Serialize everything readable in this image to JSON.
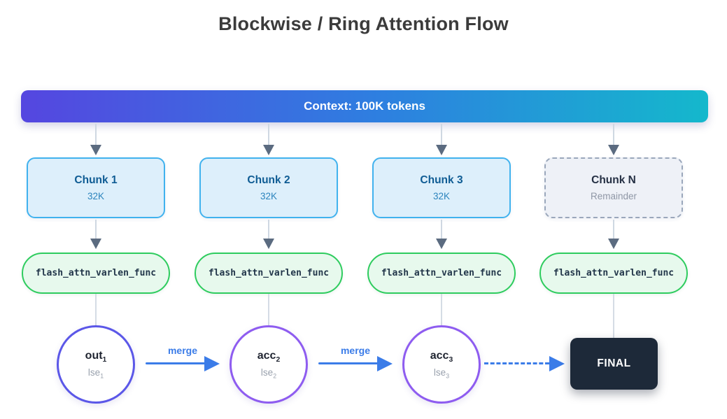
{
  "title": "Blockwise / Ring Attention Flow",
  "banner": {
    "label": "Context: 100K tokens"
  },
  "chunks": [
    {
      "name": "Chunk 1",
      "detail": "32K",
      "variant": "solid"
    },
    {
      "name": "Chunk 2",
      "detail": "32K",
      "variant": "solid"
    },
    {
      "name": "Chunk 3",
      "detail": "32K",
      "variant": "solid"
    },
    {
      "name": "Chunk N",
      "detail": "Remainder",
      "variant": "dashed"
    }
  ],
  "kernels": [
    "flash_attn_varlen_func",
    "flash_attn_varlen_func",
    "flash_attn_varlen_func",
    "flash_attn_varlen_func"
  ],
  "results": [
    {
      "name": "out",
      "name_sub": "1",
      "lse": "lse",
      "lse_sub": "1"
    },
    {
      "name": "acc",
      "name_sub": "2",
      "lse": "lse",
      "lse_sub": "2"
    },
    {
      "name": "acc",
      "name_sub": "3",
      "lse": "lse",
      "lse_sub": "3"
    }
  ],
  "merge_arrows": [
    {
      "label": "merge"
    },
    {
      "label": "merge"
    }
  ],
  "final": {
    "label": "FINAL"
  },
  "colors": {
    "title-text": "#3b3b3b",
    "banner-grad-left": "#5546e0",
    "banner-grad-mid": "#2e7fe0",
    "banner-grad-right": "#14b8cc",
    "arrow-line": "#cfd8e2",
    "arrow-head": "#5b6b80",
    "conn-line": "#d5dce5",
    "chunk-border": "#41b2ee",
    "chunk-fill": "#ddeffb",
    "chunk-title": "#0f5c94",
    "chunk-detail": "#2c84bd",
    "chunkn-border": "#9aa7bb",
    "chunkn-fill": "#eef1f7",
    "chunkn-title": "#253044",
    "chunkn-detail": "#8f97a6",
    "kernel-border": "#2ecc5e",
    "kernel-fill": "#e7f9ed",
    "kernel-text": "#22364a",
    "circle1-border": "#5b57e8",
    "circle2-border": "#8e5cf0",
    "circle3-border": "#8e5cf0",
    "result-main": "#1f2430",
    "result-lse": "#99a1ad",
    "merge-blue": "#3b7ce8",
    "final-bg": "#1d2939"
  }
}
